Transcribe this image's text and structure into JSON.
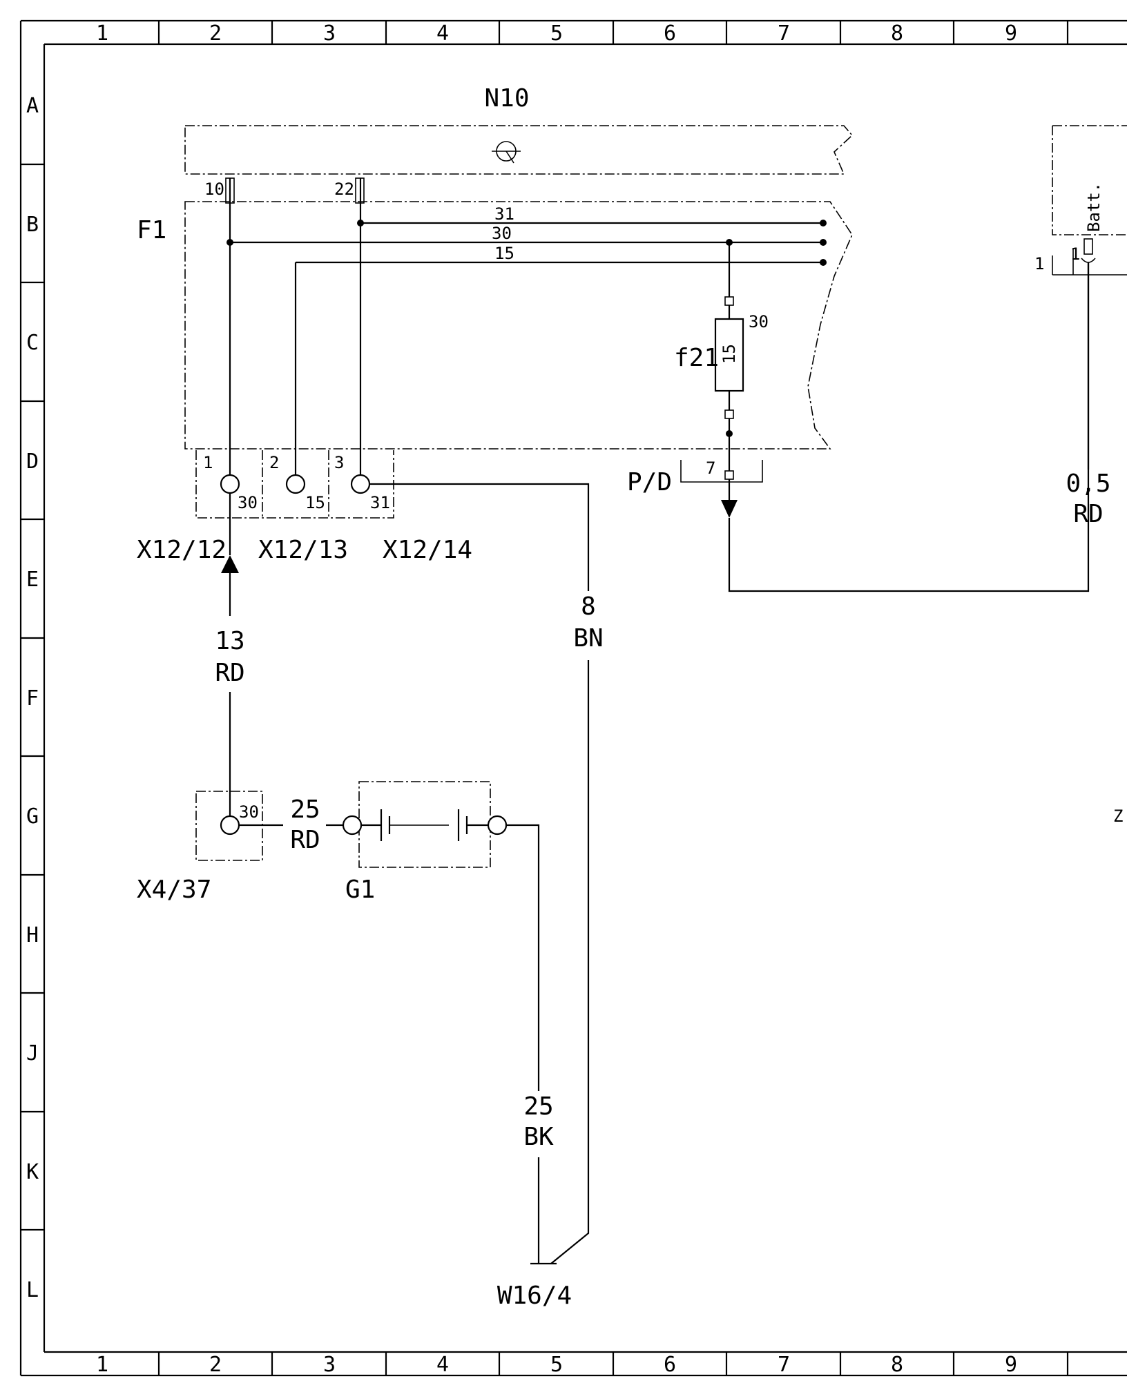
{
  "grid": {
    "columns": [
      "1",
      "2",
      "3",
      "4",
      "5",
      "6",
      "7",
      "8",
      "9"
    ],
    "rows": [
      "A",
      "B",
      "C",
      "D",
      "E",
      "F",
      "G",
      "H",
      "J",
      "K",
      "L"
    ]
  },
  "components": {
    "n10": "N10",
    "f1": "F1",
    "batt": "Batt.",
    "f21": "f21",
    "f21_rating": "15",
    "f21_terminal": "30",
    "pd": "P/D",
    "pd_pin": "7",
    "g1": "G1",
    "w16_4": "W16/4",
    "x4_37": "X4/37",
    "x4_37_terminal": "30",
    "x12_12": "X12/12",
    "x12_13": "X12/13",
    "x12_14": "X12/14"
  },
  "pins": {
    "n10_pin_10": "10",
    "n10_pin_22": "22",
    "batt_pin_1": "1",
    "batt_pin_1_outer": "1",
    "x12_12_pin": "1",
    "x12_13_pin": "2",
    "x12_14_pin": "3",
    "x12_12_terminal": "30",
    "x12_13_terminal": "15",
    "x12_14_terminal": "31"
  },
  "bus": {
    "line_31": "31",
    "line_30": "30",
    "line_15": "15"
  },
  "wires": {
    "w_13rd_size": "13",
    "w_13rd_color": "RD",
    "w_8bn_size": "8",
    "w_8bn_color": "BN",
    "w_25rd_size": "25",
    "w_25rd_color": "RD",
    "w_25bk_size": "25",
    "w_25bk_color": "BK",
    "w_05rd_size": "0,5",
    "w_05rd_color": "RD"
  },
  "edge_mark": "Z"
}
